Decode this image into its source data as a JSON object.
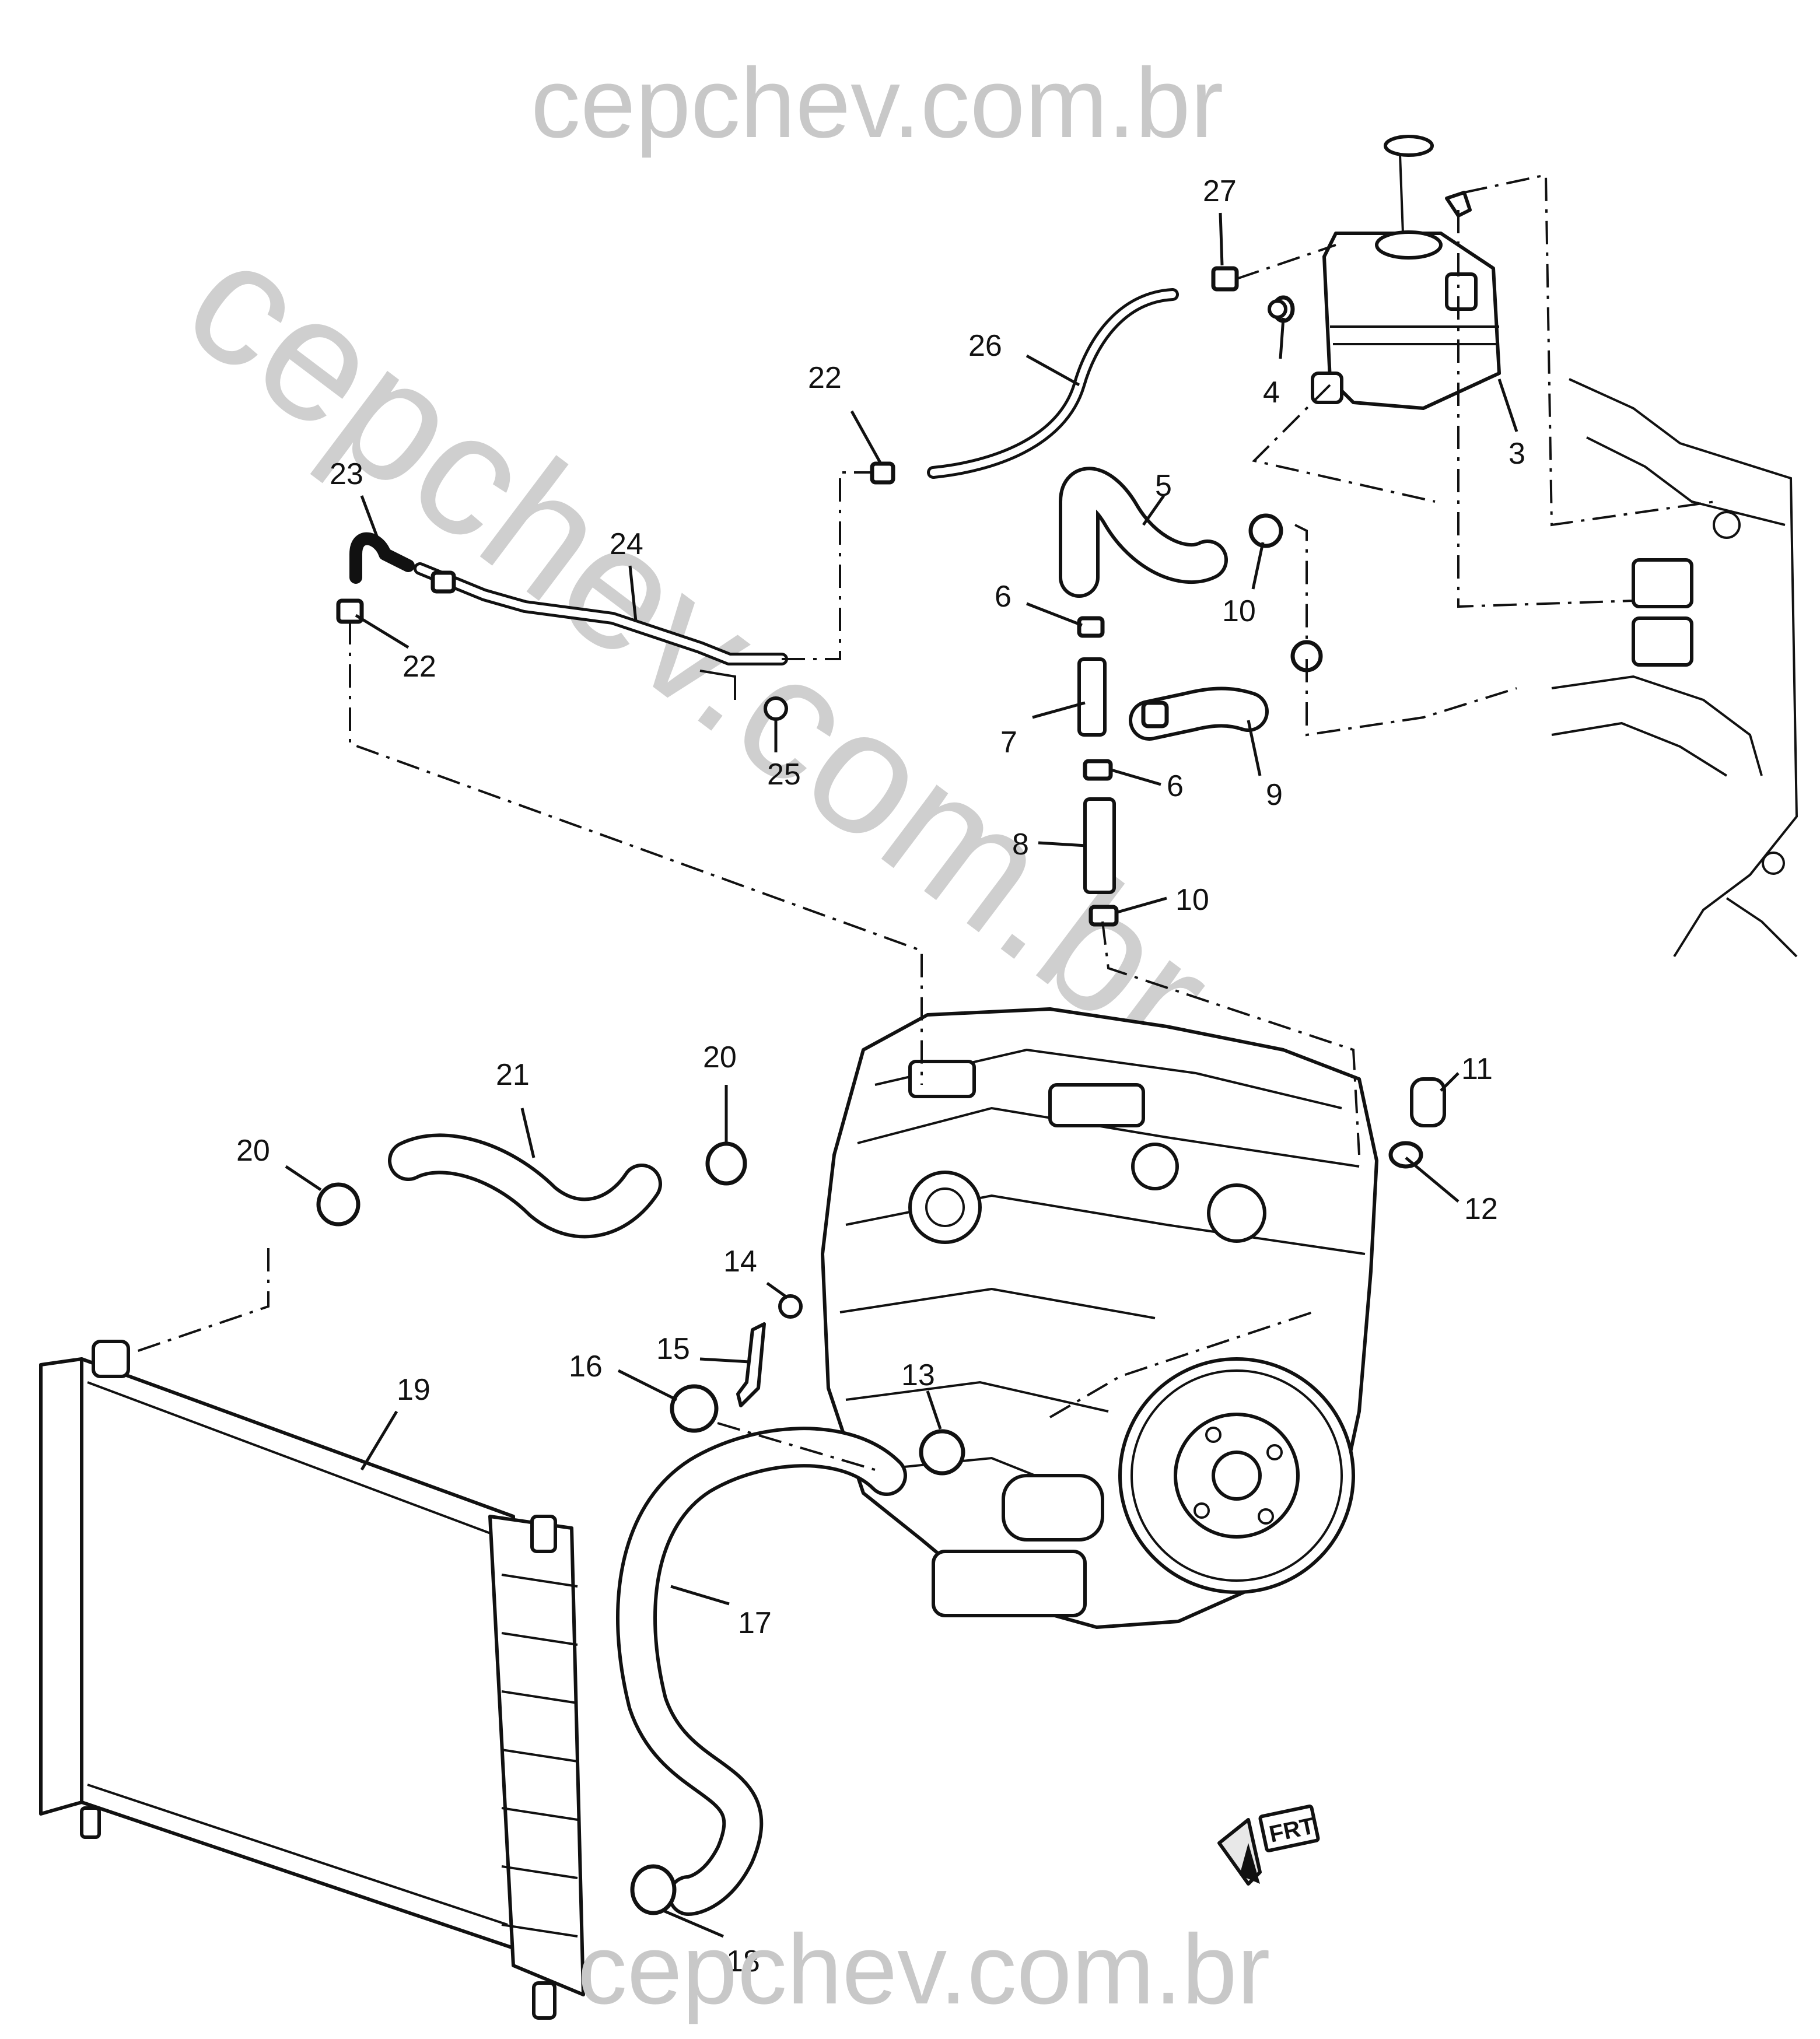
{
  "watermark": {
    "top": "cepchev.com.br",
    "bottom": "cepchev.com.br",
    "diagonal": "cepchev.com.br"
  },
  "callouts": [
    {
      "id": "c27",
      "label": "27"
    },
    {
      "id": "c26",
      "label": "26"
    },
    {
      "id": "c22a",
      "label": "22"
    },
    {
      "id": "c4",
      "label": "4"
    },
    {
      "id": "c3",
      "label": "3"
    },
    {
      "id": "c23",
      "label": "23"
    },
    {
      "id": "c24",
      "label": "24"
    },
    {
      "id": "c5",
      "label": "5"
    },
    {
      "id": "c22b",
      "label": "22"
    },
    {
      "id": "c6a",
      "label": "6"
    },
    {
      "id": "c10a",
      "label": "10"
    },
    {
      "id": "c7",
      "label": "7"
    },
    {
      "id": "c25",
      "label": "25"
    },
    {
      "id": "c6b",
      "label": "6"
    },
    {
      "id": "c9",
      "label": "9"
    },
    {
      "id": "c8",
      "label": "8"
    },
    {
      "id": "c10b",
      "label": "10"
    },
    {
      "id": "c21",
      "label": "21"
    },
    {
      "id": "c20a",
      "label": "20"
    },
    {
      "id": "c11",
      "label": "11"
    },
    {
      "id": "c20b",
      "label": "20"
    },
    {
      "id": "c12",
      "label": "12"
    },
    {
      "id": "c14",
      "label": "14"
    },
    {
      "id": "c15",
      "label": "15"
    },
    {
      "id": "c16",
      "label": "16"
    },
    {
      "id": "c13",
      "label": "13"
    },
    {
      "id": "c19",
      "label": "19"
    },
    {
      "id": "c17",
      "label": "17"
    },
    {
      "id": "c18",
      "label": "18"
    }
  ],
  "frt_badge": "FRT"
}
